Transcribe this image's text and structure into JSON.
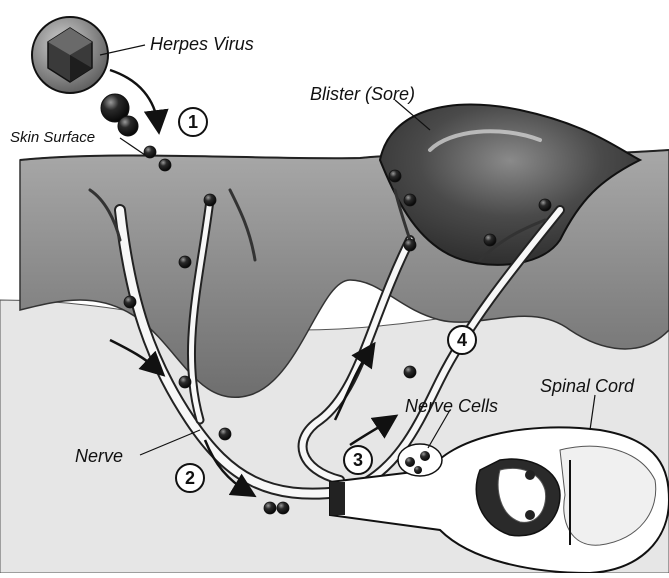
{
  "labels": {
    "herpes_virus": "Herpes Virus",
    "blister": "Blister (Sore)",
    "skin_surface": "Skin Surface",
    "nerve": "Nerve",
    "nerve_cells": "Nerve Cells",
    "spinal_cord": "Spinal Cord"
  },
  "steps": [
    "1",
    "2",
    "3",
    "4"
  ],
  "colors": {
    "skin_top": "#9a9a9a",
    "skin_mid": "#7a7a7a",
    "tissue": "#e6e6e6",
    "virus_particle": "#1e1e1e",
    "blister": "#4a4a4a",
    "nerve": "#f7f7f7",
    "outline": "#111111"
  }
}
